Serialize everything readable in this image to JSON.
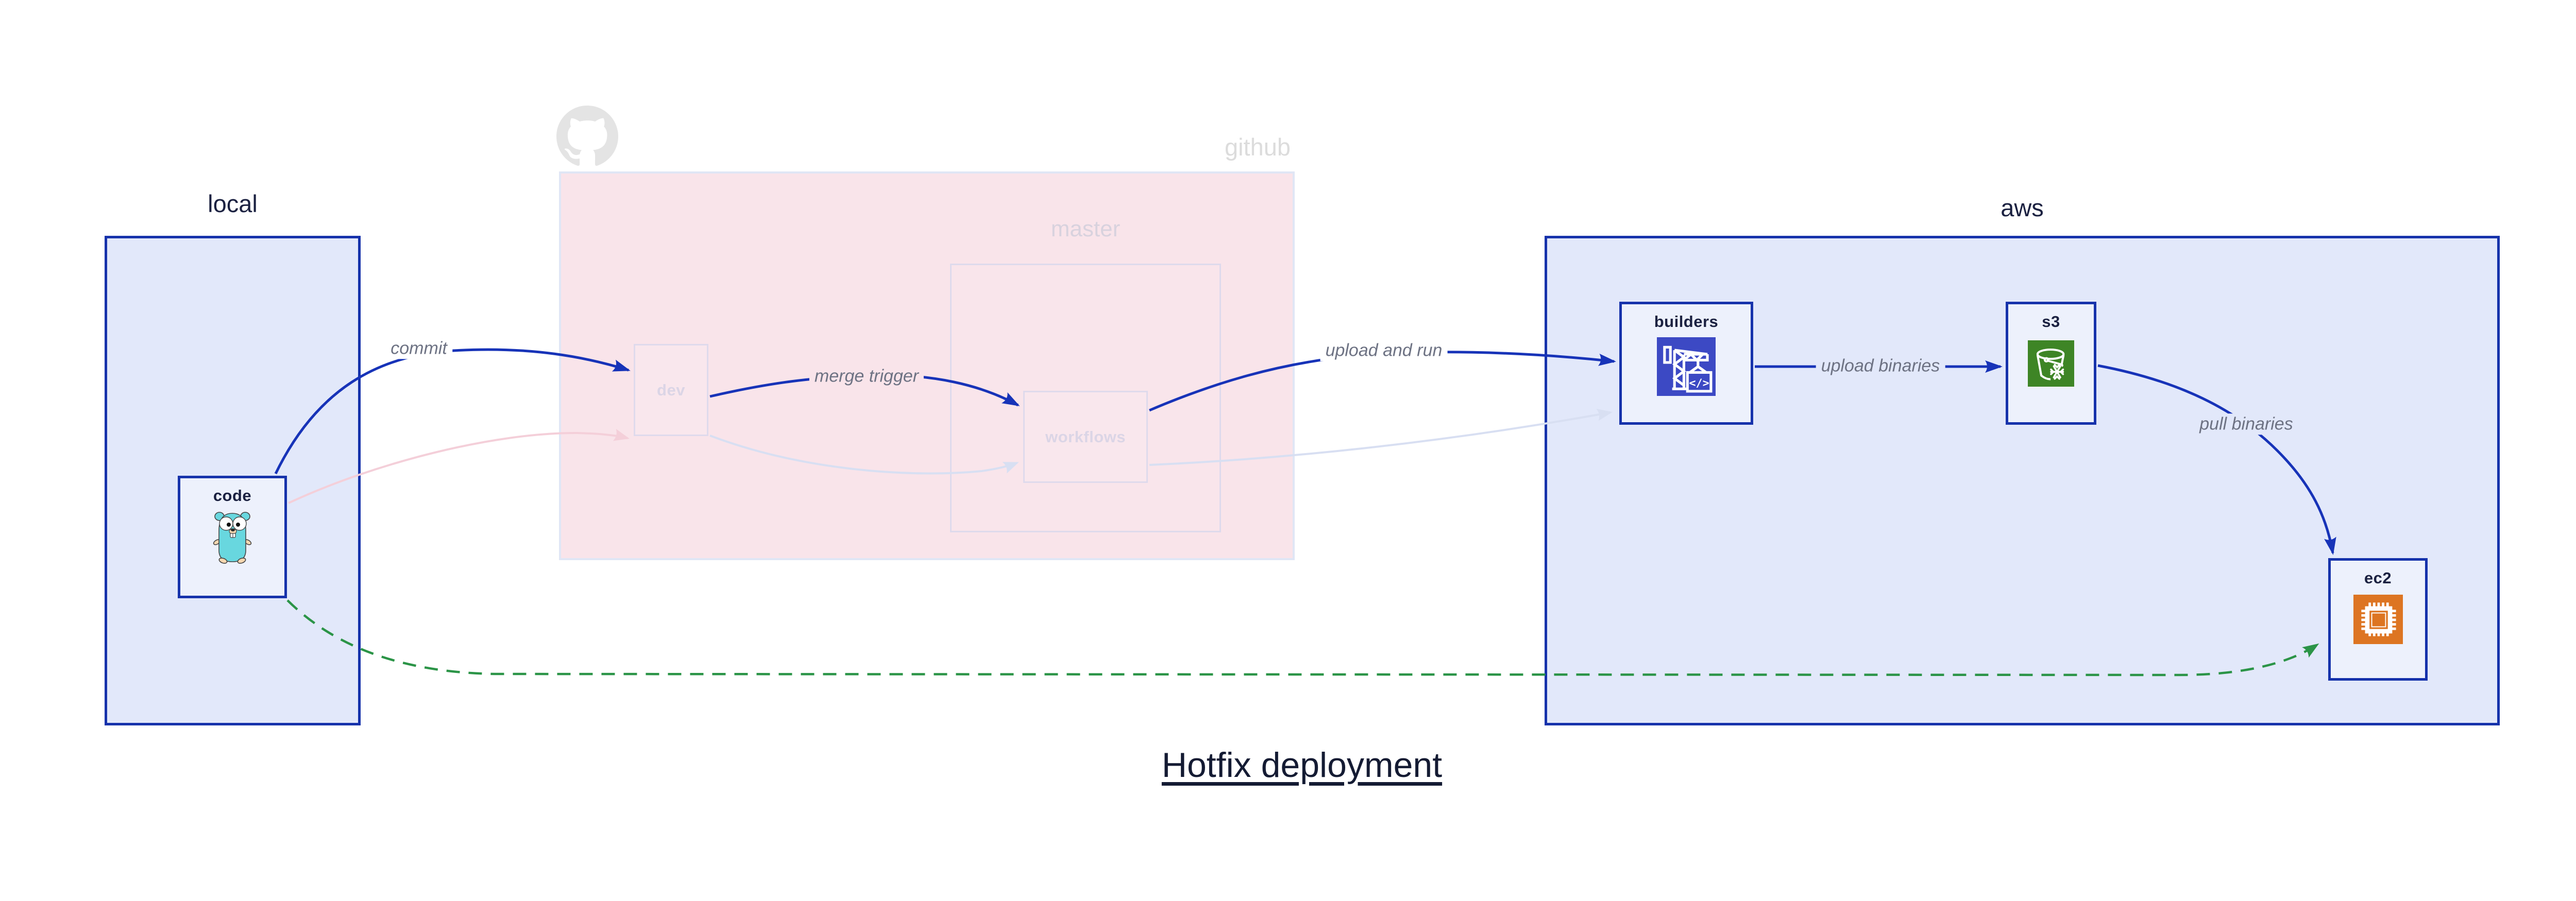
{
  "title": "Hotfix deployment",
  "groups": {
    "local": {
      "label": "local"
    },
    "github": {
      "label": "github",
      "master_label": "master"
    },
    "aws": {
      "label": "aws"
    }
  },
  "nodes": {
    "code": {
      "label": "code"
    },
    "dev": {
      "label": "dev"
    },
    "workflows": {
      "label": "workflows"
    },
    "builders": {
      "label": "builders"
    },
    "s3": {
      "label": "s3"
    },
    "ec2": {
      "label": "ec2"
    }
  },
  "edges": {
    "commit": {
      "label": "commit"
    },
    "merge_trigger": {
      "label": "merge trigger"
    },
    "upload_and_run": {
      "label": "upload and run"
    },
    "upload_binaries": {
      "label": "upload binaries"
    },
    "pull_binaries": {
      "label": "pull binaries"
    }
  },
  "icons": {
    "octocat": "github-octocat-icon",
    "gopher": "go-gopher-icon",
    "builders": "codebuild-crane-icon",
    "s3": "s3-glacier-bucket-icon",
    "ec2": "ec2-chip-icon"
  },
  "colors": {
    "edge_blue": "#1733b8",
    "edge_green_dashed": "#2b9447",
    "edge_faded_pink": "#f4cfd9",
    "edge_faded_lavender": "#d8dff2",
    "group_fill_blue": "#e2e8fa",
    "group_border_blue": "#1632ab",
    "github_fill_pink": "#f9e4ea",
    "codebuild_indigo": "#3c49c4",
    "s3_green": "#3e8526",
    "ec2_orange": "#dd7522",
    "navy_text": "#1b2141",
    "edge_label_gray": "#6d7283"
  }
}
